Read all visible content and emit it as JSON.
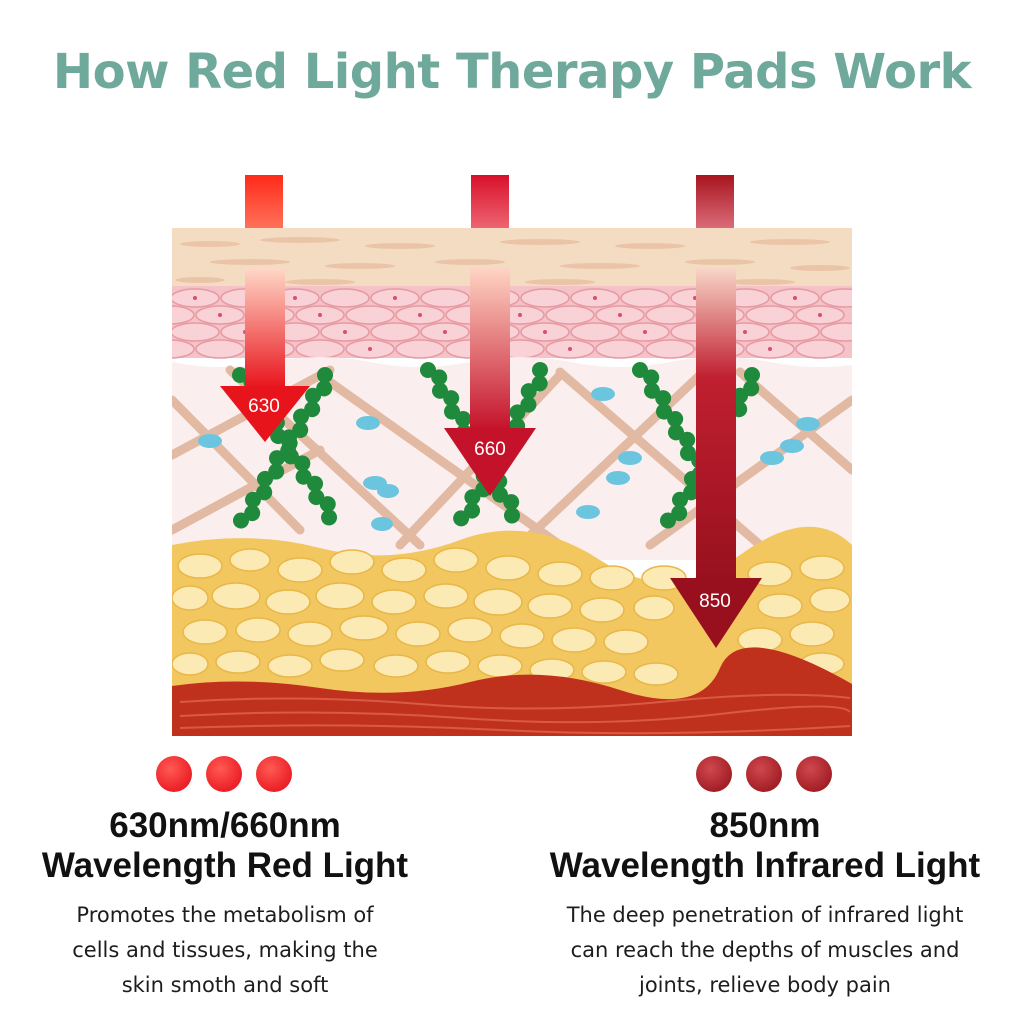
{
  "title": "How Red Light Therapy Pads Work",
  "colors": {
    "title": "#6fa99b",
    "red_630": "#f0262a",
    "red_660": "#d41f34",
    "infrared_850": "#a8142a",
    "dot_red": "#ec2028",
    "dot_infrared": "#a31f26",
    "epidermis": "#f4dcc2",
    "cells": "#f5c2c7",
    "dermis": "#fbeeee",
    "fibers": "#e0b49a",
    "collagen": "#1f8a3b",
    "fluid": "#6cc5df",
    "fat": "#f6d77b",
    "muscle": "#c0311d"
  },
  "arrows": [
    {
      "label": "630",
      "depth": "dermis"
    },
    {
      "label": "660",
      "depth": "deep dermis"
    },
    {
      "label": "850",
      "depth": "subcutaneous fat / muscle"
    }
  ],
  "left": {
    "line1": "630nm/660nm",
    "line2": "Wavelength Red Light",
    "desc": [
      "Promotes the metabolism of",
      "cells and tissues, making the",
      "skin smoth and soft"
    ]
  },
  "right": {
    "line1": "850nm",
    "line2": "Wavelength lnfrared Light",
    "desc": [
      "The deep penetration of infrared light",
      "can reach the depths of muscles and",
      "joints, relieve body pain"
    ]
  }
}
